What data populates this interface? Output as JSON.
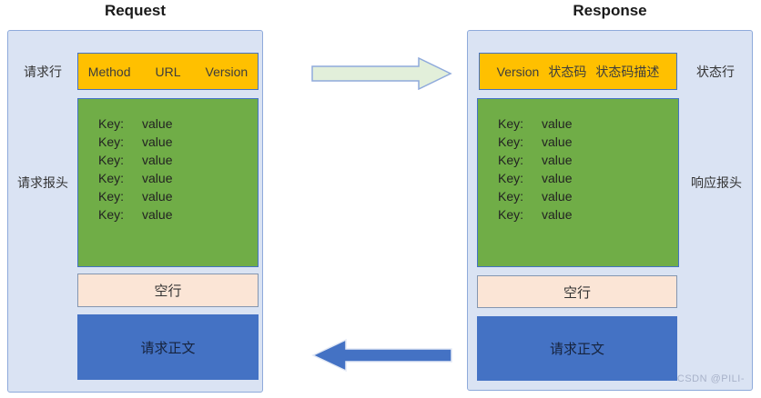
{
  "colors": {
    "panel_bg": "#dae3f3",
    "panel_border": "#8eaadb",
    "line_box_bg": "#ffc000",
    "line_box_border": "#4472c4",
    "headers_box_bg": "#70ad47",
    "headers_box_border": "#4472c4",
    "blank_box_bg": "#fbe5d6",
    "blank_box_border": "#8496b0",
    "body_box_bg": "#4472c4",
    "arrow_request_fill": "#e2efda",
    "arrow_request_border": "#8faadc",
    "arrow_response_fill": "#4472c4",
    "arrow_response_border": "#e3e9f5"
  },
  "request": {
    "title": "Request",
    "line_label": "请求行",
    "line_parts": [
      "Method",
      "URL",
      "Version"
    ],
    "headers_label": "请求报头",
    "header_lines": [
      {
        "key": "Key:",
        "value": "value"
      },
      {
        "key": "Key:",
        "value": "value"
      },
      {
        "key": "Key:",
        "value": "value"
      },
      {
        "key": "Key:",
        "value": "value"
      },
      {
        "key": "Key:",
        "value": "value"
      },
      {
        "key": "Key:",
        "value": "value"
      }
    ],
    "blank_label": "空行",
    "body_label": "请求正文"
  },
  "response": {
    "title": "Response",
    "line_label": "状态行",
    "line_parts": [
      "Version",
      "状态码",
      "状态码描述"
    ],
    "headers_label": "响应报头",
    "header_lines": [
      {
        "key": "Key:",
        "value": "value"
      },
      {
        "key": "Key:",
        "value": "value"
      },
      {
        "key": "Key:",
        "value": "value"
      },
      {
        "key": "Key:",
        "value": "value"
      },
      {
        "key": "Key:",
        "value": "value"
      },
      {
        "key": "Key:",
        "value": "value"
      }
    ],
    "blank_label": "空行",
    "body_label": "请求正文"
  },
  "watermark": "CSDN @PILI-"
}
